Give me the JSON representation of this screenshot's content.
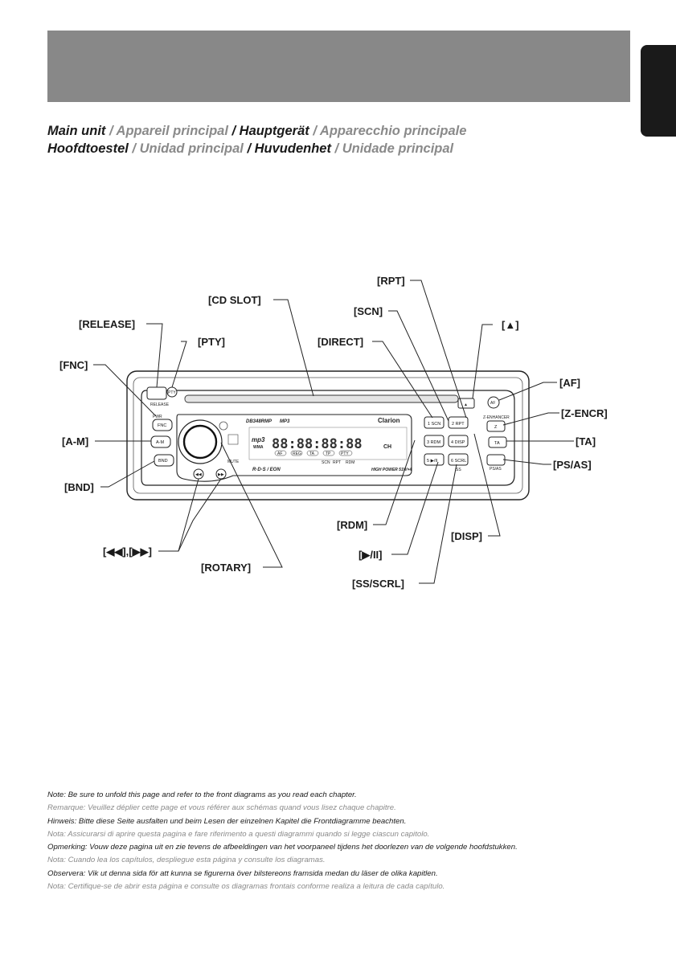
{
  "titles": {
    "line1": [
      {
        "text": "Main unit",
        "tone": "dark"
      },
      {
        "text": " / Appareil principal",
        "tone": "grey"
      },
      {
        "text": " / Hauptgerät",
        "tone": "dark"
      },
      {
        "text": " / Apparecchio principale",
        "tone": "grey"
      }
    ],
    "line2": [
      {
        "text": "Hoofdtoestel",
        "tone": "dark"
      },
      {
        "text": " / Unidad principal",
        "tone": "grey"
      },
      {
        "text": " / Huvudenhet",
        "tone": "dark"
      },
      {
        "text": " / Unidade principal",
        "tone": "grey"
      }
    ]
  },
  "device": {
    "brand": "Clarion",
    "model": "DB348RMP",
    "mp3_logo": "MP3",
    "rds_eon": "R·D·S / EON",
    "power": "HIGH POWER 51W×4",
    "display": {
      "segments": "88:88:88:88",
      "ch_label": "CH",
      "mp3": "mp3",
      "wma": "WMA"
    },
    "indicators": [
      "AF",
      "REG",
      "TA",
      "TP",
      "PTY"
    ],
    "indicators2": [
      "RPT",
      "RDM",
      "SCN"
    ],
    "buttons": {
      "release": "RELEASE",
      "pty": "PTY",
      "fnc": "FNC",
      "pwr": "PWR",
      "am": "A-M",
      "bnd": "BND",
      "mute": "MUTE",
      "b1": "1 SCN",
      "b2": "2 RPT",
      "b3": "3 RDM",
      "b4": "4 DISP",
      "b5": "5 ▶/II",
      "b6": "6 SCRL",
      "ss": "SS",
      "af": "AF",
      "zencr": "Z",
      "zencr_caption": "Z-ENHANCER",
      "ta": "TA",
      "psas": "PS/AS",
      "eject": "▲"
    }
  },
  "callouts": {
    "rpt": "[RPT]",
    "cd_slot": "[CD SLOT]",
    "scn": "[SCN]",
    "release": "[RELEASE]",
    "pty": "[PTY]",
    "direct": "[DIRECT]",
    "eject": "[▲]",
    "fnc": "[FNC]",
    "af": "[AF]",
    "z_encr": "[Z-ENCR]",
    "am": "[A-M]",
    "ta": "[TA]",
    "ps_as": "[PS/AS]",
    "bnd": "[BND]",
    "rdm": "[RDM]",
    "disp": "[DISP]",
    "skip": "[◀◀],[▶▶]",
    "play_pause": "[▶/II]",
    "rotary": "[ROTARY]",
    "ss_scrl": "[SS/SCRL]"
  },
  "notes": [
    {
      "text": "Note: Be sure to unfold this page and refer to the front diagrams as you read each chapter.",
      "tone": "dark"
    },
    {
      "text": "Remarque: Veuillez déplier cette page et vous référer aux schémas quand vous lisez chaque chapitre.",
      "tone": "grey"
    },
    {
      "text": "Hinweis: Bitte diese Seite ausfalten und beim Lesen der einzelnen Kapitel die Frontdiagramme beachten.",
      "tone": "dark"
    },
    {
      "text": "Nota: Assicurarsi di aprire questa pagina e fare riferimento a questi diagrammi quando si legge ciascun capitolo.",
      "tone": "grey"
    },
    {
      "text": "Opmerking: Vouw deze pagina uit en zie tevens de afbeeldingen van het voorpaneel tijdens het doorlezen van de volgende hoofdstukken.",
      "tone": "dark"
    },
    {
      "text": "Nota: Cuando lea los capítulos, despliegue esta página y consulte los diagramas.",
      "tone": "grey"
    },
    {
      "text": "Observera: Vik ut denna sida för att kunna se figurerna över bilstereons framsida medan du läser de olika kapitlen.",
      "tone": "dark"
    },
    {
      "text": "Nota: Certifique-se de abrir esta página e consulte os diagramas frontais conforme realiza a leitura de cada capítulo.",
      "tone": "grey"
    }
  ]
}
